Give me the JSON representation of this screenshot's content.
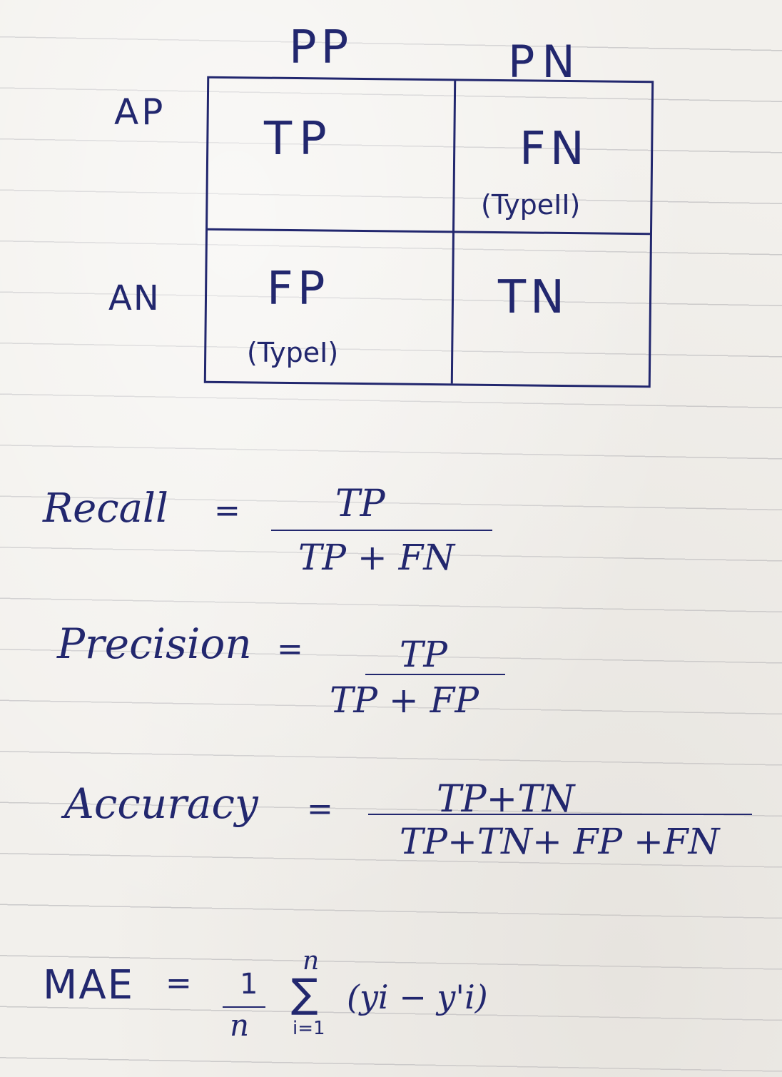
{
  "matrix": {
    "col_headers": [
      "PP",
      "PN"
    ],
    "row_headers": [
      "AP",
      "AN"
    ],
    "cells": {
      "tp": "TP",
      "fn": "FN",
      "fn_note": "(TypeII)",
      "fp": "FP",
      "fp_note": "(TypeI)",
      "tn": "TN"
    }
  },
  "formulas": {
    "recall": {
      "label": "Recall",
      "eq": "=",
      "numerator": "TP",
      "denominator": "TP + FN"
    },
    "precision": {
      "label": "Precision",
      "eq": "=",
      "numerator": "TP",
      "denominator": "TP + FP"
    },
    "accuracy": {
      "label": "Accuracy",
      "eq": "=",
      "numerator": "TP+TN",
      "denominator": "TP+TN+ FP +FN"
    },
    "mae": {
      "label": "MAE",
      "eq": "=",
      "frac_num": "1",
      "frac_den": "n",
      "sum_upper": "n",
      "sum_symbol": "∑",
      "sum_lower": "i=1",
      "term": "(yi − y'i)"
    }
  },
  "colors": {
    "ink": "#22276e",
    "paper": "#f2f0ec",
    "rule": "#8c8c96"
  }
}
